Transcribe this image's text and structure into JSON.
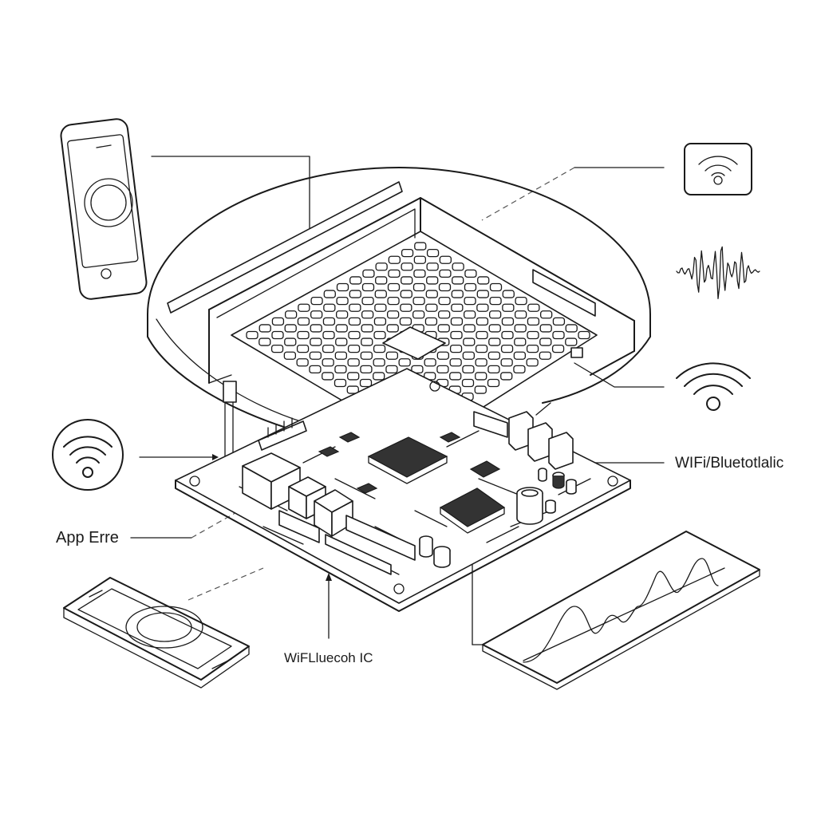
{
  "labels": {
    "right": "WIFi/Bluetotlalic",
    "left": "App Erre",
    "bottom": "WiFLluecoh IC"
  },
  "icons": [
    "smartphone-icon",
    "wifi-icon",
    "waveform-icon",
    "signal-chart-icon"
  ],
  "colors": {
    "line": "#1a1a1a",
    "background": "#ffffff",
    "chip": "#333333"
  }
}
